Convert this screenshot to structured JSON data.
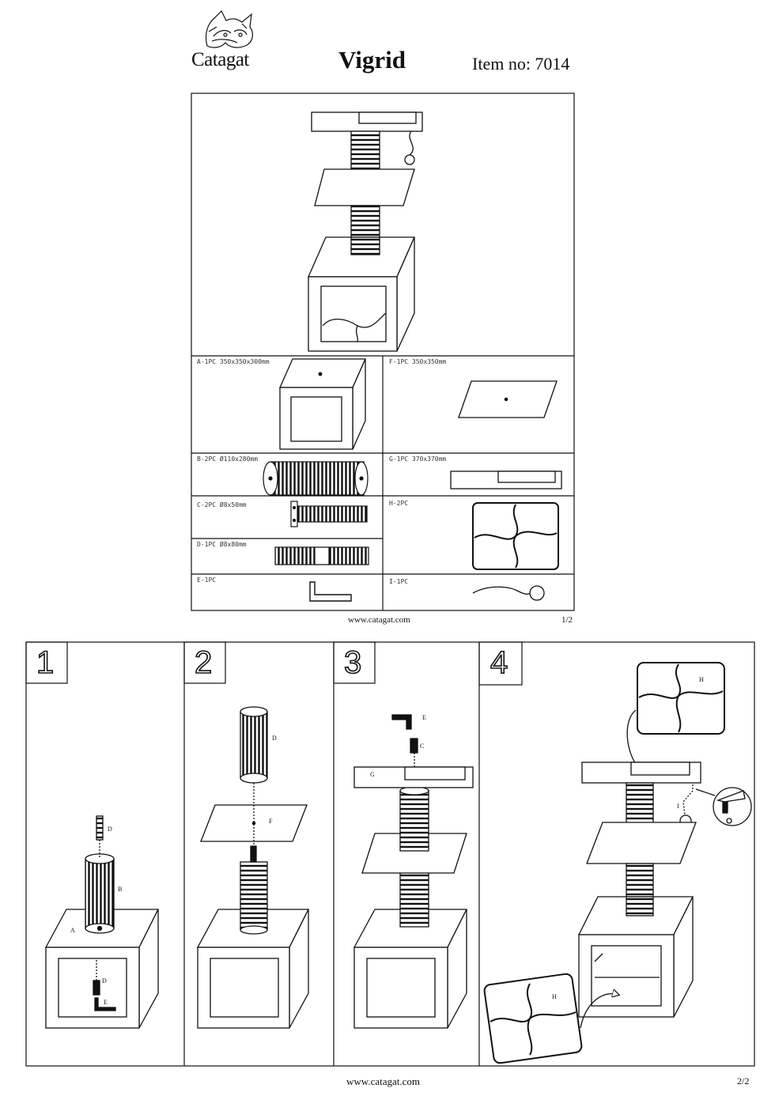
{
  "header": {
    "brand": "Catagat",
    "product": "Vigrid",
    "item_no": "Item no: 7014"
  },
  "parts": [
    {
      "id": "A",
      "label": "A-1PC  350x350x300mm"
    },
    {
      "id": "F",
      "label": "F-1PC  350x350mm"
    },
    {
      "id": "B",
      "label": "B-2PC  Ø110x280mm"
    },
    {
      "id": "G",
      "label": "G-1PC  370x370mm"
    },
    {
      "id": "C",
      "label": "C-2PC  Ø8x50mm"
    },
    {
      "id": "H",
      "label": "H-2PC"
    },
    {
      "id": "D",
      "label": "D-1PC  Ø8x80mm"
    },
    {
      "id": "E",
      "label": "E-1PC"
    },
    {
      "id": "I",
      "label": "I-1PC"
    }
  ],
  "page1_footer": {
    "url": "www.catagat.com",
    "page": "1/2"
  },
  "steps": [
    {
      "number": "1",
      "tags": [
        "D",
        "B",
        "A",
        "D",
        "E"
      ]
    },
    {
      "number": "2",
      "tags": [
        "D",
        "F"
      ]
    },
    {
      "number": "3",
      "tags": [
        "E",
        "C",
        "G"
      ]
    },
    {
      "number": "4",
      "tags": [
        "H",
        "I",
        "H"
      ]
    }
  ],
  "page2_footer": {
    "url": "www.catagat.com",
    "page": "2/2"
  }
}
